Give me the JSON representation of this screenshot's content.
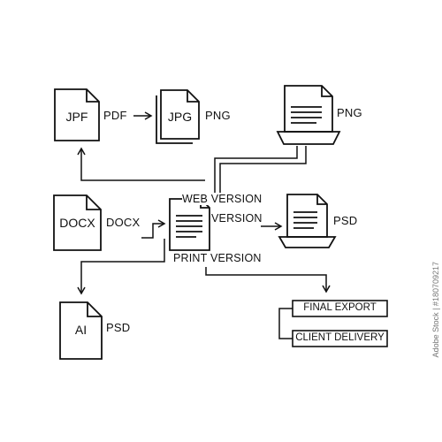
{
  "nodes": {
    "jpf": {
      "icon_text": "JPF",
      "label": "PDF"
    },
    "jpg": {
      "icon_text": "JPG",
      "label": "PNG"
    },
    "png_printer": {
      "label": "PNG"
    },
    "docx": {
      "icon_text": "DOCX",
      "label": "DOCX"
    },
    "center": {
      "web_label": "WEB VERSION",
      "version_label": "VERSION",
      "print_label": "PRINT VERSION"
    },
    "psd_printer": {
      "label": "PSD"
    },
    "ai": {
      "icon_text": "AI",
      "label": "PSD"
    }
  },
  "boxes": {
    "final_export": "FINAL EXPORT",
    "client_delivery": "CLIENT DELIVERY"
  },
  "watermark": "Adobe Stock | #180709217",
  "colors": {
    "stroke": "#111111",
    "background": "#ffffff"
  }
}
